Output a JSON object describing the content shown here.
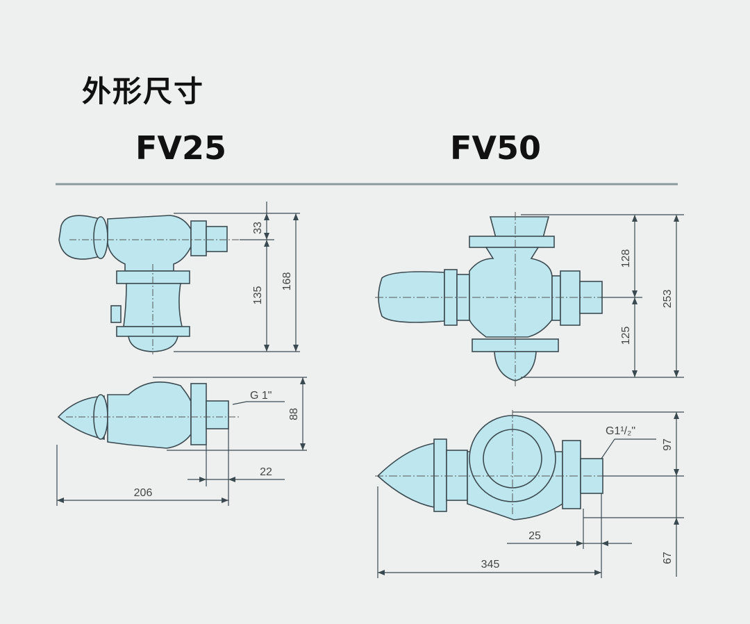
{
  "heading": "外形尺寸",
  "models": {
    "fv25": {
      "name": "FV25",
      "dims": {
        "d33": "33",
        "d135": "135",
        "d168": "168",
        "d88": "88",
        "thread": "G 1\"",
        "d22": "22",
        "d206": "206"
      }
    },
    "fv50": {
      "name": "FV50",
      "dims": {
        "d128": "128",
        "d125": "125",
        "d253": "253",
        "thread": "G1¹/₂\"",
        "d97": "97",
        "d25": "25",
        "d345": "345",
        "d67": "67"
      }
    }
  },
  "colors": {
    "background": "#eef0ef",
    "valve_fill": "#bde6ee",
    "outline": "#3b4a50",
    "text": "#111111"
  }
}
